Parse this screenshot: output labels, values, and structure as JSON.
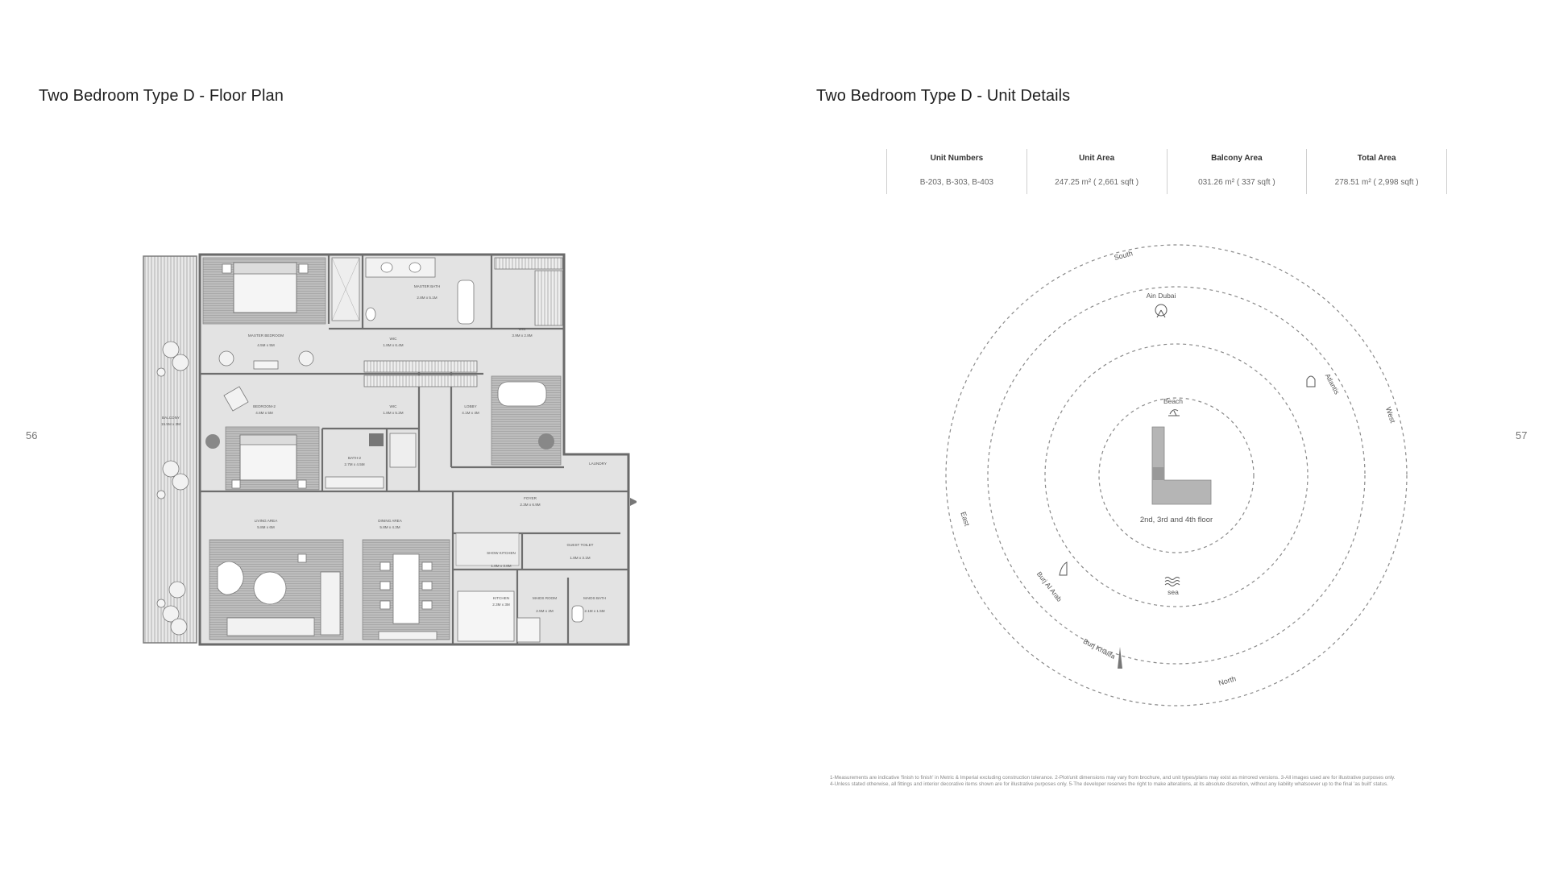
{
  "left_page": {
    "title": "Two Bedroom Type D - Floor Plan",
    "page_number": "56"
  },
  "right_page": {
    "title": "Two Bedroom Type D - Unit Details",
    "page_number": "57"
  },
  "unit_details": [
    {
      "header": "Unit Numbers",
      "value": "B-203, B-303, B-403"
    },
    {
      "header": "Unit Area",
      "value": "247.25 m² ( 2,661 sqft )"
    },
    {
      "header": "Balcony Area",
      "value": "031.26 m² ( 337 sqft )"
    },
    {
      "header": "Total Area",
      "value": "278.51 m² ( 2,998 sqft )"
    }
  ],
  "floor_plan": {
    "rooms": {
      "master_bedroom": {
        "name": "MASTER BEDROOM",
        "size": "4.5M x 5M"
      },
      "wic_1": {
        "name": "WIC",
        "size": "1.8M x 6.4M"
      },
      "master_bath": {
        "name": "MASTER BATH",
        "size": "2.8M x 5.1M"
      },
      "wic_2": {
        "name": "WIC",
        "size": "3.9M x 2.8M"
      },
      "balcony": {
        "name": "BALCONY",
        "size": "15.5M x 2M"
      },
      "bedroom_2": {
        "name": "BEDROOM-2",
        "size": "4.6M x 5M"
      },
      "wic_3": {
        "name": "WIC",
        "size": "1.8M x 5.2M"
      },
      "lobby": {
        "name": "LOBBY",
        "size": "4.1M x 4M"
      },
      "bath_2": {
        "name": "BATH-2",
        "size": "2.7M x 4.5M"
      },
      "laundry": {
        "name": "LAUNDRY",
        "size": ""
      },
      "foyer": {
        "name": "FOYER",
        "size": "2.3M x 6.9M"
      },
      "living_area": {
        "name": "LIVING AREA",
        "size": "5.8M x 6M"
      },
      "dining_area": {
        "name": "DINING AREA",
        "size": "5.8M x 4.3M"
      },
      "show_kitchen": {
        "name": "SHOW KITCHEN",
        "size": "1.8M x 3.8M"
      },
      "guest_toilet": {
        "name": "GUEST TOILET",
        "size": "1.8M x 3.1M"
      },
      "kitchen": {
        "name": "KITCHEN",
        "size": "2.3M x 3M"
      },
      "maids_room": {
        "name": "MAIDS ROOM",
        "size": "2.5M x 2M"
      },
      "maids_bath": {
        "name": "MAIDS BATH",
        "size": "2.1M x 1.5M"
      }
    }
  },
  "compass": {
    "directions": {
      "south": "South",
      "west": "West",
      "north": "North",
      "east": "East"
    },
    "landmarks": {
      "ain_dubai": "Ain Dubai",
      "atlantis": "Atlantis",
      "beach": "Beach",
      "sea": "sea",
      "burj_al_arab": "Burj Al Arab",
      "burj_khalifa": "Burj Khalifa"
    },
    "floors_label": "2nd, 3rd and 4th floor",
    "icons": [
      "ain-dubai-icon",
      "atlantis-icon",
      "beach-icon",
      "sea-waves-icon",
      "burj-al-arab-icon",
      "burj-khalifa-icon"
    ]
  },
  "footnote": {
    "line1": "1-Measurements are indicative 'finish to finish' in Metric & Imperial excluding construction tolerance. 2-Plot/unit dimensions may vary from brochure, and unit types/plans may exist as mirrored versions. 3-All images used are for illustrative purposes only.",
    "line2": "4-Unless stated otherwise, all fittings and interior decorative items shown are for illustrative purposes only. 5-The developer reserves the right to make alterations, at its absolute discretion, without any liability whatsoever up to the final 'as built' status."
  }
}
